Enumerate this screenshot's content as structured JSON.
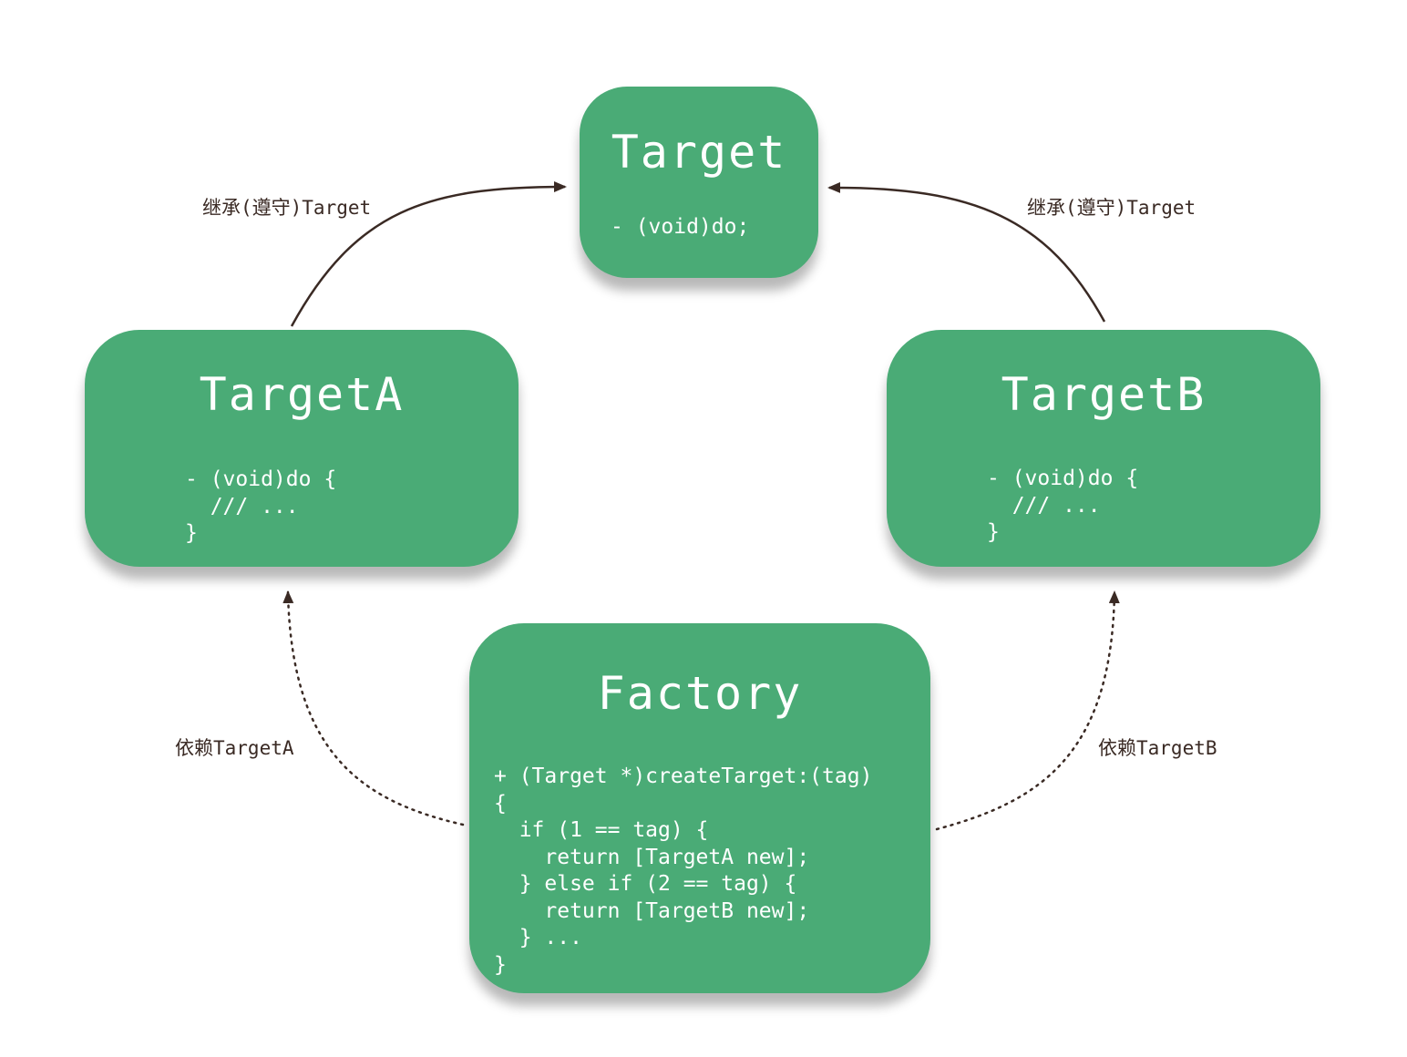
{
  "nodes": {
    "target": {
      "title": "Target",
      "code": "- (void)do;"
    },
    "targetA": {
      "title": "TargetA",
      "code": "- (void)do {\n  /// ...\n}"
    },
    "targetB": {
      "title": "TargetB",
      "code": "- (void)do {\n  /// ...\n}"
    },
    "factory": {
      "title": "Factory",
      "code": "+ (Target *)createTarget:(tag)\n{\n  if (1 == tag) {\n    return [TargetA new];\n  } else if (2 == tag) {\n    return [TargetB new];\n  } ...\n}"
    }
  },
  "edges": {
    "a_to_target": {
      "label": "继承(遵守)Target",
      "style": "solid"
    },
    "b_to_target": {
      "label": "继承(遵守)Target",
      "style": "solid"
    },
    "factory_to_a": {
      "label": "依赖TargetA",
      "style": "dotted"
    },
    "factory_to_b": {
      "label": "依赖TargetB",
      "style": "dotted"
    }
  },
  "colors": {
    "node_fill": "#4aab76",
    "node_text": "#ffffff",
    "edge": "#3a2a24",
    "background": "#ffffff"
  }
}
